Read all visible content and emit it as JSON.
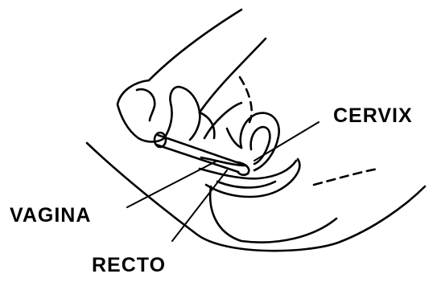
{
  "diagram": {
    "labels": {
      "cervix": "CERVIX",
      "vagina": "VAGINA",
      "recto": "RECTO"
    },
    "colors": {
      "ink": "#000000",
      "background": "#ffffff"
    }
  }
}
